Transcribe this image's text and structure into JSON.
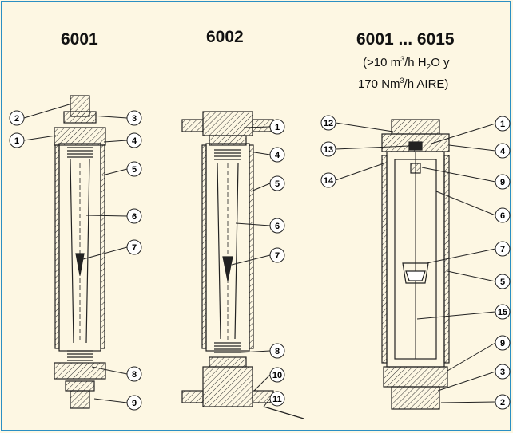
{
  "models": [
    {
      "title": "6001"
    },
    {
      "title": "6002"
    },
    {
      "title": "6001 ... 6015"
    }
  ],
  "spec_note": {
    "line1_a": "(>10 m",
    "line1_sup1": "3",
    "line1_b": "/h H",
    "line1_sub": "2",
    "line1_c": "O y",
    "line2_a": "170 Nm",
    "line2_sup": "3",
    "line2_b": "/h AIRE)"
  },
  "callouts": {
    "left": [
      "2",
      "3",
      "1",
      "4",
      "5",
      "6",
      "7",
      "8",
      "9"
    ],
    "middle": [
      "1",
      "4",
      "5",
      "6",
      "7",
      "8",
      "10",
      "11"
    ],
    "right": [
      "12",
      "1",
      "13",
      "4",
      "14",
      "9",
      "6",
      "7",
      "5",
      "15",
      "9",
      "3",
      "2"
    ]
  },
  "colors": {
    "background": "#fdf7e3",
    "border": "#2b8fc3",
    "ink": "#222222"
  }
}
